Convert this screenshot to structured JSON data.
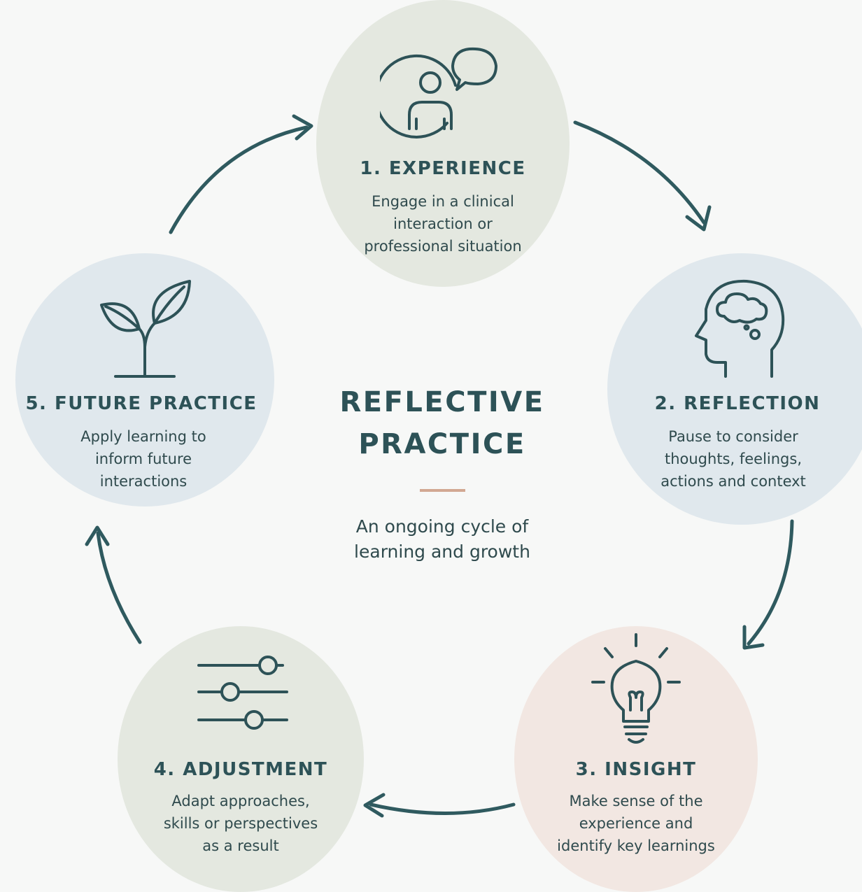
{
  "diagram": {
    "center": {
      "title_line1": "REFLECTIVE",
      "title_line2": "PRACTICE",
      "subtitle_line1": "An ongoing cycle of",
      "subtitle_line2": "learning and growth"
    },
    "stages": [
      {
        "title": "1. EXPERIENCE",
        "desc_lines": [
          "Engage in a clinical",
          "interaction or",
          "professional situation"
        ],
        "icon": "person-speech-bubble-icon",
        "color": "#e4e8e0"
      },
      {
        "title": "2. REFLECTION",
        "desc_lines": [
          "Pause to consider",
          "thoughts, feelings,",
          "actions and context"
        ],
        "icon": "head-thought-cloud-icon",
        "color": "#e0e8ed"
      },
      {
        "title": "3. INSIGHT",
        "desc_lines": [
          "Make sense of the",
          "experience and",
          "identify key learnings"
        ],
        "icon": "lightbulb-icon",
        "color": "#f2e7e2"
      },
      {
        "title": "4. ADJUSTMENT",
        "desc_lines": [
          "Adapt approaches,",
          "skills or perspectives",
          "as a result"
        ],
        "icon": "sliders-icon",
        "color": "#e4e8e0"
      },
      {
        "title": "5. FUTURE PRACTICE",
        "desc_lines": [
          "Apply learning to",
          "inform future",
          "interactions"
        ],
        "icon": "sprout-icon",
        "color": "#e0e8ed"
      }
    ],
    "colors": {
      "ink": "#2d5257",
      "arrow": "#2f5a5f",
      "accent_rule": "#d2a892",
      "background": "#f7f8f7"
    }
  }
}
